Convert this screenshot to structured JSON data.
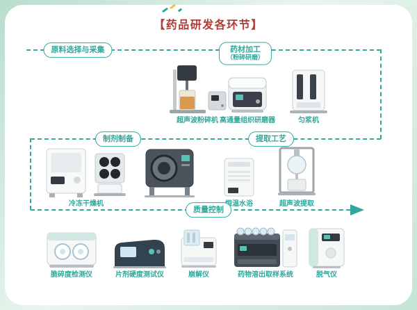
{
  "title": "【药品研发各环节】",
  "stages": {
    "raw_material": "原料选择与采集",
    "processing_line1": "药材加工",
    "processing_line2": "（粉碎研磨）",
    "formulation": "制剂制备",
    "extraction": "提取工艺",
    "quality": "质量控制"
  },
  "equipment": {
    "ultrasonic_crusher": "超声波粉碎机",
    "tissue_grinder": "高通量组织研磨器",
    "homogenizer": "匀浆机",
    "freeze_dryer": "冷冻干燥机",
    "water_bath": "恒温水浴",
    "ultrasonic_extraction": "超声波提取",
    "friability_tester": "脆碎度检测仪",
    "hardness_tester": "片剂硬度测试仪",
    "disintegration_tester": "崩解仪",
    "dissolution_system": "药物溶出取样系统",
    "degasser": "脱气仪"
  },
  "colors": {
    "accent_teal": "#2fa89b",
    "title_red": "#b23b35",
    "confetti_yellow": "#f0c04a",
    "background_mint": "#c6e5d6"
  }
}
